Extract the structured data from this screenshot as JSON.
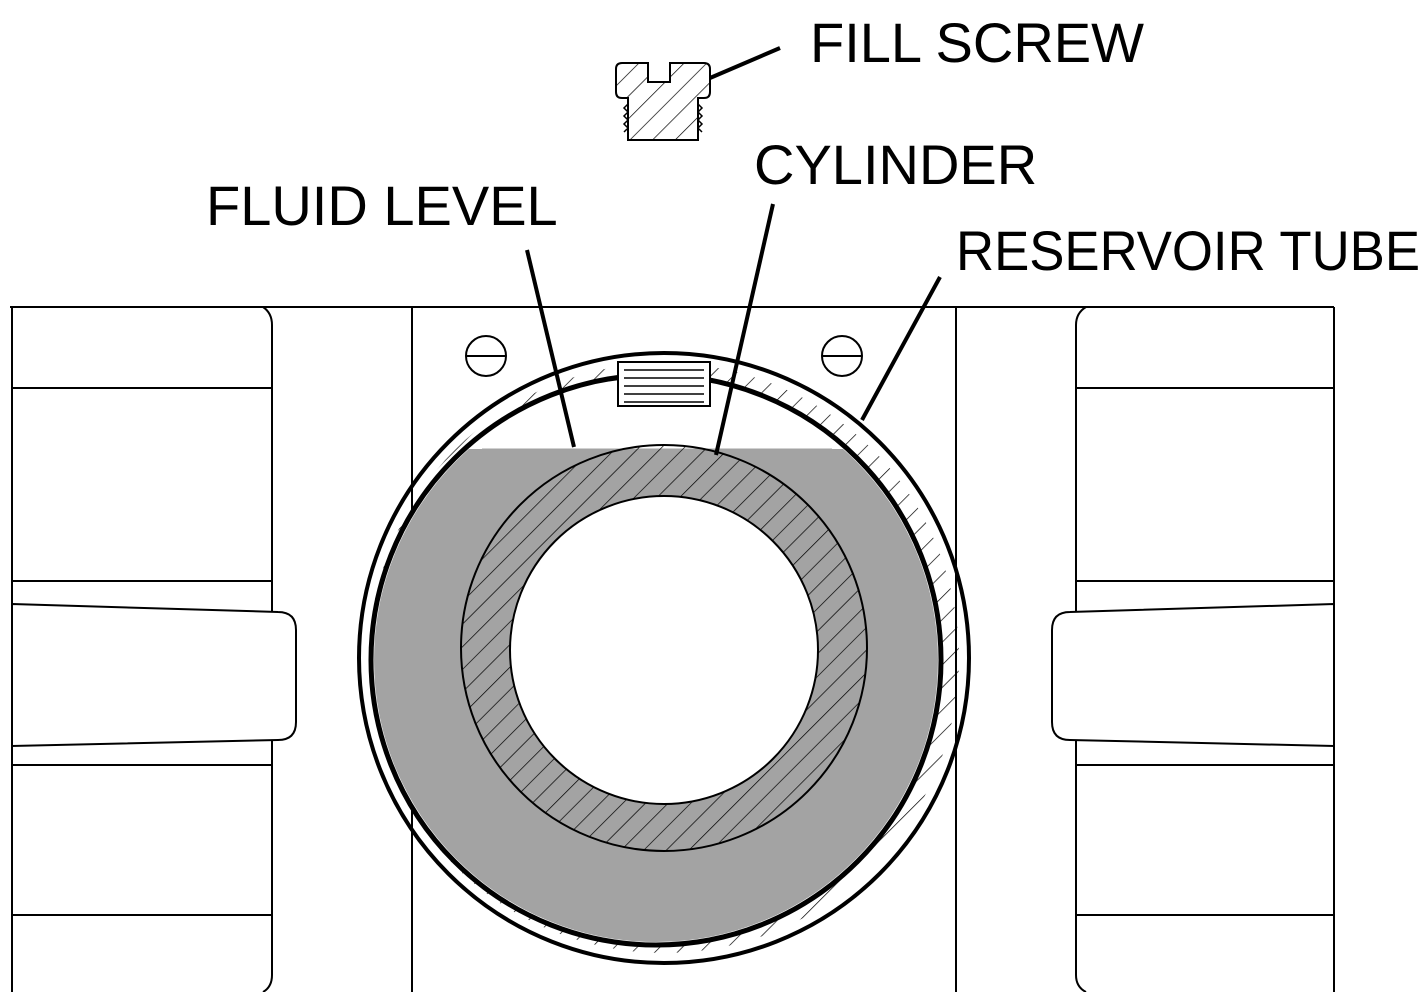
{
  "labels": {
    "fill_screw": "FILL SCREW",
    "cylinder": "CYLINDER",
    "fluid_level": "FLUID LEVEL",
    "reservoir_tube": "RESERVOIR TUBE"
  },
  "colors": {
    "line": "#000000",
    "fluid": "#a3a3a3",
    "background": "#ffffff"
  }
}
